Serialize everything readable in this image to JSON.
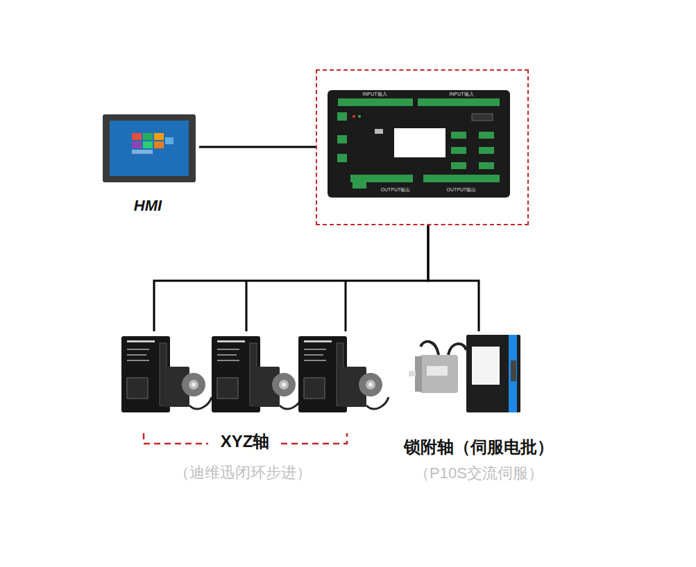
{
  "diagram": {
    "nodes": [
      {
        "text": [
          "HMI"
        ]
      },
      {
        "text": [
          "INPUT输入",
          "INPUT输入",
          "OUTPUT输出",
          "OUTPUT输出"
        ]
      },
      {
        "text": [
          "XYZ轴",
          "（迪维迅闭环步进）"
        ]
      },
      {
        "text": [
          "锁附轴（伺服电批）",
          "（P10S交流伺服）"
        ]
      }
    ],
    "edges": [
      {
        "from": 0,
        "to": 1,
        "arrow": "none"
      },
      {
        "from": 1,
        "to": 2,
        "arrow": "none"
      },
      {
        "from": 1,
        "to": 3,
        "arrow": "none"
      }
    ]
  }
}
